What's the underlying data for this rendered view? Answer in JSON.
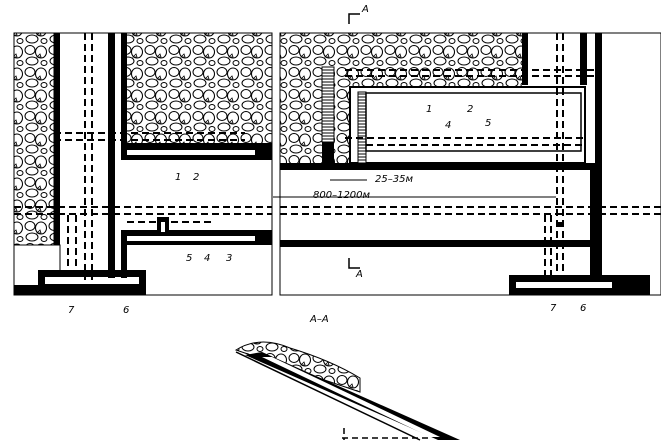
{
  "diagram": {
    "section_mark": "A",
    "section_title": "А–А",
    "dim_face_offset": "25–35м",
    "dim_panel_length": "800–1200м",
    "left_labels": [
      "1",
      "2",
      "3",
      "4",
      "5",
      "6",
      "7"
    ],
    "right_labels": [
      "1",
      "2",
      "4",
      "5",
      "6",
      "7"
    ]
  },
  "colors": {
    "ink": "#000000",
    "paper": "#ffffff"
  }
}
